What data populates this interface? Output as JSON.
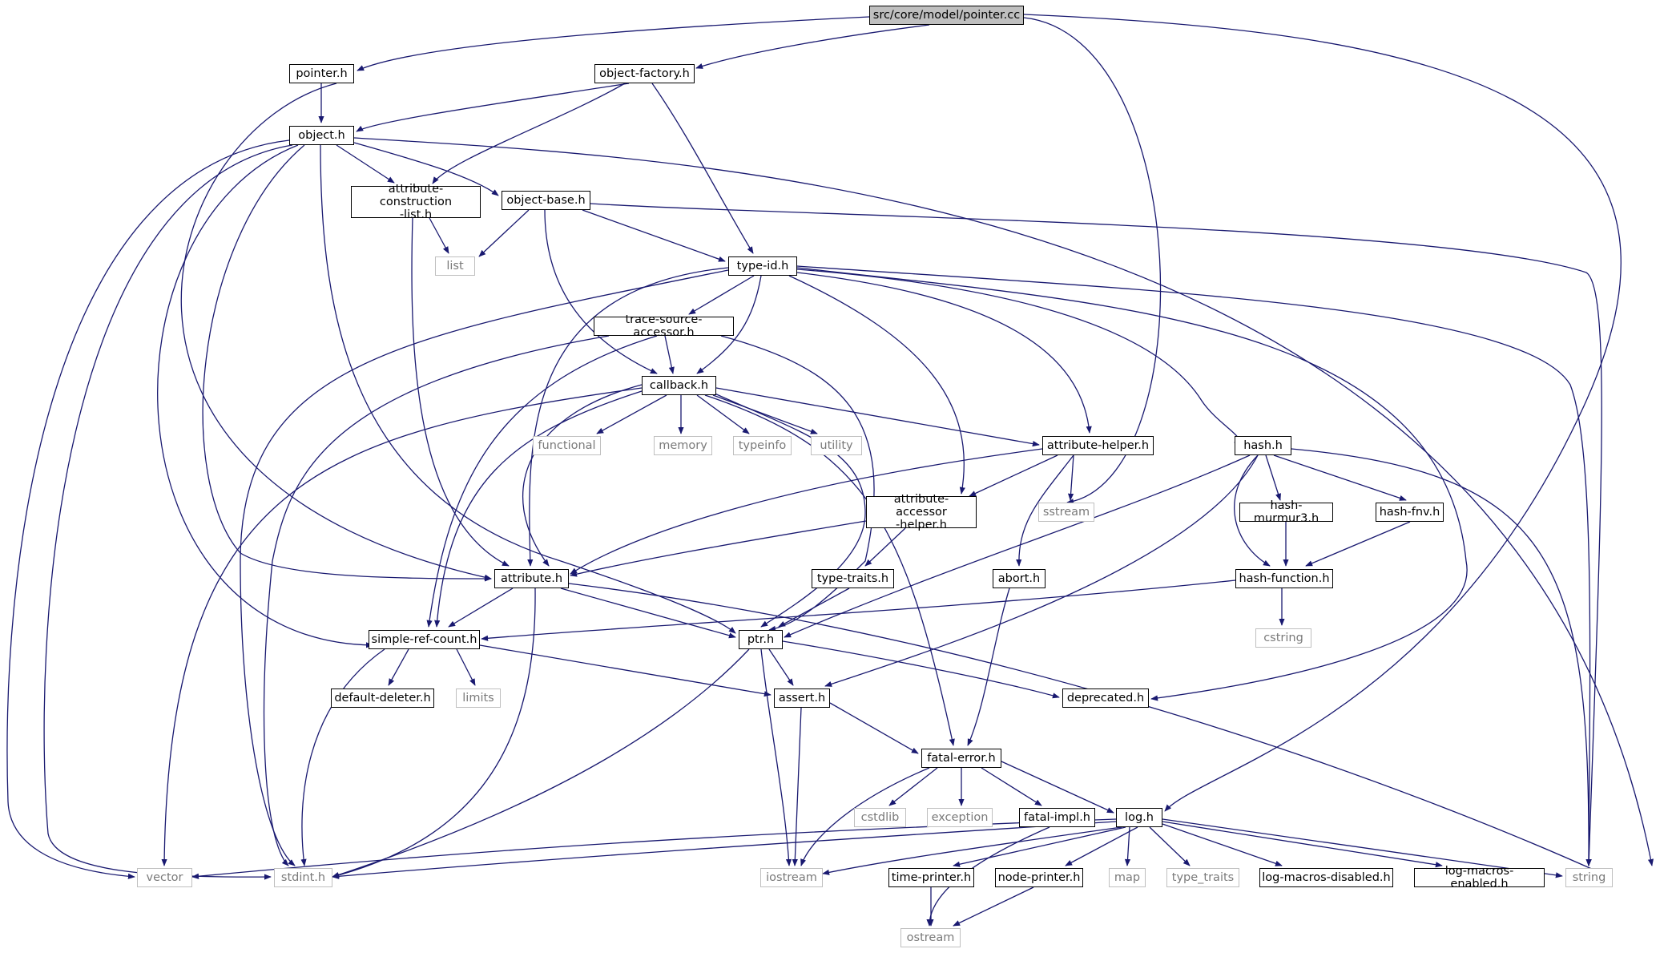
{
  "colors": {
    "edge": "#191970",
    "node_border": "#000000",
    "system_border": "#bfbfbf",
    "system_text": "#7a7a7a",
    "root_fill": "#bfbfbf"
  },
  "nodes": {
    "root": "src/core/model/pointer.cc",
    "pointer_h": "pointer.h",
    "object_factory_h": "object-factory.h",
    "object_h": "object.h",
    "attr_construction": "attribute-construction\n-list.h",
    "object_base_h": "object-base.h",
    "list": "list",
    "type_id_h": "type-id.h",
    "trace_source_accessor_h": "trace-source-accessor.h",
    "callback_h": "callback.h",
    "functional": "functional",
    "memory": "memory",
    "typeinfo": "typeinfo",
    "utility": "utility",
    "attribute_helper_h": "attribute-helper.h",
    "hash_h": "hash.h",
    "attribute_accessor_helper_h": "attribute-accessor\n-helper.h",
    "sstream": "sstream",
    "hash_murmur3_h": "hash-murmur3.h",
    "hash_fnv_h": "hash-fnv.h",
    "attribute_h": "attribute.h",
    "type_traits_h": "type-traits.h",
    "abort_h": "abort.h",
    "hash_function_h": "hash-function.h",
    "simple_ref_count_h": "simple-ref-count.h",
    "ptr_h": "ptr.h",
    "cstring": "cstring",
    "default_deleter_h": "default-deleter.h",
    "limits": "limits",
    "assert_h": "assert.h",
    "deprecated_h": "deprecated.h",
    "fatal_error_h": "fatal-error.h",
    "cstdlib": "cstdlib",
    "exception": "exception",
    "fatal_impl_h": "fatal-impl.h",
    "log_h": "log.h",
    "vector": "vector",
    "stdint_h": "stdint.h",
    "iostream": "iostream",
    "time_printer_h": "time-printer.h",
    "node_printer_h": "node-printer.h",
    "map": "map",
    "type_traits": "type_traits",
    "log_macros_disabled_h": "log-macros-disabled.h",
    "log_macros_enabled_h": "log-macros-enabled.h",
    "string": "string",
    "ostream": "ostream"
  }
}
